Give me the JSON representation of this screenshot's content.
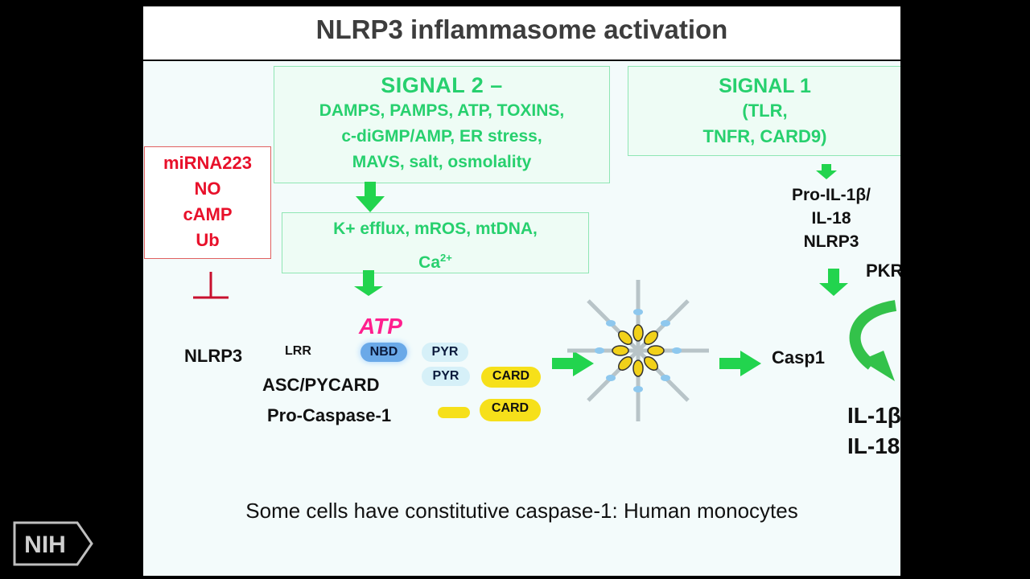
{
  "title": "NLRP3 inflammasome activation",
  "signal2": {
    "heading": "SIGNAL 2 –",
    "lines": [
      "DAMPS, PAMPS, ATP, TOXINS,",
      "c-diGMP/AMP, ER stress,",
      "MAVS, salt, osmolality"
    ]
  },
  "signal1": {
    "heading": "SIGNAL 1",
    "lines": [
      "(TLR,",
      "TNFR, CARD9)"
    ]
  },
  "efflux": {
    "line1": "K+ efflux, mROS, mtDNA,",
    "ca": "Ca",
    "ca_sup": "2+"
  },
  "inhibitors": [
    "miRNA223",
    "NO",
    "cAMP",
    "Ub"
  ],
  "pro_list": [
    "Pro-IL-1β/",
    "IL-18",
    "NLRP3"
  ],
  "pkr": "PKR",
  "atp": "ATP",
  "components": {
    "nlrp3": "NLRP3",
    "lrr": "LRR",
    "nbd": "NBD",
    "pyr1": "PYR",
    "asc": "ASC/PYCARD",
    "pyr2": "PYR",
    "card1": "CARD",
    "procasp": "Pro-Caspase-1",
    "card2": "CARD"
  },
  "casp1": "Casp1",
  "outputs": [
    "IL-1β",
    "IL-18"
  ],
  "bottom_text": "Some cells have constitutive caspase-1: Human monocytes",
  "logo_text": "NIH",
  "colors": {
    "signal_green": "#27d06e",
    "inhibitor_red": "#e8102a",
    "atp_magenta": "#ff1f8e",
    "card_yellow": "#f6e01a"
  }
}
